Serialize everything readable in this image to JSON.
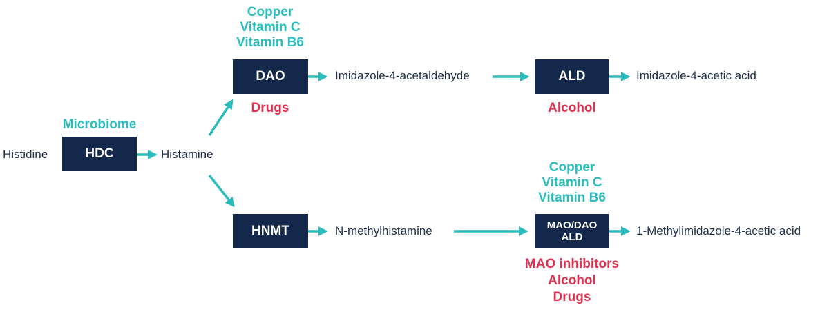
{
  "substrates": {
    "histidine": "Histidine",
    "histamine": "Histamine",
    "imidazole_acetaldehyde": "Imidazole-4-acetaldehyde",
    "imidazole_acetic_acid": "Imidazole-4-acetic acid",
    "n_methylhistamine": "N-methylhistamine",
    "methylimidazole_acetic_acid": "1-Methylimidazole-4-acetic acid"
  },
  "enzymes": {
    "hdc": "HDC",
    "dao": "DAO",
    "ald": "ALD",
    "hnmt": "HNMT",
    "mao_dao_ald": [
      "MAO/DAO",
      "ALD"
    ]
  },
  "cofactors": {
    "hdc": [
      "Microbiome"
    ],
    "dao": [
      "Copper",
      "Vitamin C",
      "Vitamin B6"
    ],
    "mao_dao_ald": [
      "Copper",
      "Vitamin C",
      "Vitamin B6"
    ]
  },
  "inhibitors": {
    "dao": [
      "Drugs"
    ],
    "ald": [
      "Alcohol"
    ],
    "mao_dao_ald": [
      "MAO inhibitors",
      "Alcohol",
      "Drugs"
    ]
  },
  "colors": {
    "enzyme_box": "#13284a",
    "arrow": "#2bbdbd",
    "cofactor_text": "#2bbdbd",
    "inhibitor_text": "#e0304f",
    "plain_text": "#1f2f4a"
  }
}
